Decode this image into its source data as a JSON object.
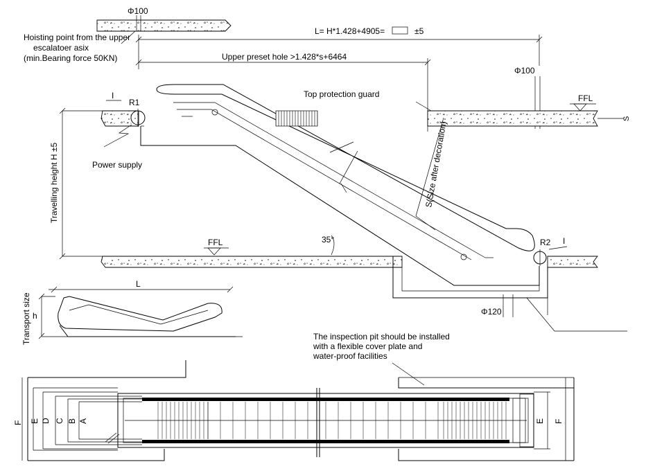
{
  "labels": {
    "phi100_top": "Φ100",
    "hoisting_line1": "Hoisting point from the upper",
    "hoisting_line2": "escalatoer asix",
    "hoisting_line3": "(min.Bearing force 50KN)",
    "length_formula_prefix": "L= H*1.428+4905=",
    "length_formula_suffix": "±5",
    "upper_preset_hole": "Upper preset hole >1.428*s+6464",
    "phi100_right": "Φ100",
    "top_protection_guard": "Top protection guard",
    "ffl_top": "FFL",
    "s_right": "S",
    "i_left": "I",
    "r1": "R1",
    "power_supply": "Power supply",
    "travelling_height": "Travelling height H ±5",
    "s_size": "S(Size after decoration)",
    "angle": "35°",
    "ffl_bottom": "FFL",
    "r2": "R2",
    "i_right": "I",
    "phi120": "Φ120",
    "transport_size": "Transport size",
    "l_label": "L",
    "h_label": "h",
    "inspection_line1": "The inspection pit should be installed",
    "inspection_line2": "with a flexible cover plate and",
    "inspection_line3": "water-proof facilities",
    "dim_f_left": "F",
    "dim_e_left": "E",
    "dim_d": "D",
    "dim_c": "C",
    "dim_b": "B",
    "dim_a": "A",
    "dim_e_right": "E",
    "dim_f_right": "F"
  }
}
